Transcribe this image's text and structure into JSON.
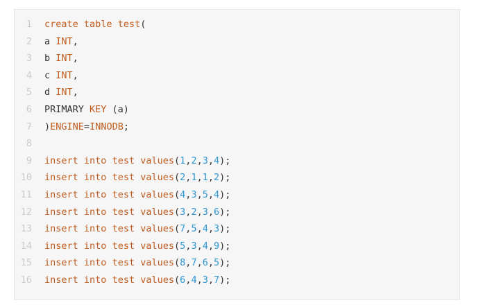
{
  "window": {
    "background": "#ffffff"
  },
  "code_panel": {
    "background": "#f6f6f6",
    "border_color": "#e6e6e6",
    "line_number_color": "#cccccc",
    "token_colors": {
      "keyword": "#bf5b1d",
      "plain": "#333333",
      "number": "#2e95d3"
    },
    "language": "sql",
    "lines": [
      {
        "number": "1",
        "tokens": [
          [
            "k",
            "create"
          ],
          [
            "p",
            " "
          ],
          [
            "k",
            "table"
          ],
          [
            "p",
            " "
          ],
          [
            "k",
            "test"
          ],
          [
            "p",
            "("
          ]
        ]
      },
      {
        "number": "2",
        "tokens": [
          [
            "p",
            "a "
          ],
          [
            "k",
            "INT"
          ],
          [
            "p",
            ","
          ]
        ]
      },
      {
        "number": "3",
        "tokens": [
          [
            "p",
            "b "
          ],
          [
            "k",
            "INT"
          ],
          [
            "p",
            ","
          ]
        ]
      },
      {
        "number": "4",
        "tokens": [
          [
            "p",
            "c "
          ],
          [
            "k",
            "INT"
          ],
          [
            "p",
            ","
          ]
        ]
      },
      {
        "number": "5",
        "tokens": [
          [
            "p",
            "d "
          ],
          [
            "k",
            "INT"
          ],
          [
            "p",
            ","
          ]
        ]
      },
      {
        "number": "6",
        "tokens": [
          [
            "p",
            "PRIMARY "
          ],
          [
            "k",
            "KEY"
          ],
          [
            "p",
            " (a)"
          ]
        ]
      },
      {
        "number": "7",
        "tokens": [
          [
            "p",
            ")"
          ],
          [
            "k",
            "ENGINE"
          ],
          [
            "p",
            "="
          ],
          [
            "k",
            "INNODB"
          ],
          [
            "p",
            ";"
          ]
        ]
      },
      {
        "number": "8",
        "tokens": []
      },
      {
        "number": "9",
        "tokens": [
          [
            "k",
            "insert"
          ],
          [
            "p",
            " "
          ],
          [
            "k",
            "into"
          ],
          [
            "p",
            " "
          ],
          [
            "k",
            "test"
          ],
          [
            "p",
            " "
          ],
          [
            "k",
            "values"
          ],
          [
            "p",
            "("
          ],
          [
            "n",
            "1"
          ],
          [
            "p",
            ","
          ],
          [
            "n",
            "2"
          ],
          [
            "p",
            ","
          ],
          [
            "n",
            "3"
          ],
          [
            "p",
            ","
          ],
          [
            "n",
            "4"
          ],
          [
            "p",
            ");"
          ]
        ]
      },
      {
        "number": "10",
        "tokens": [
          [
            "k",
            "insert"
          ],
          [
            "p",
            " "
          ],
          [
            "k",
            "into"
          ],
          [
            "p",
            " "
          ],
          [
            "k",
            "test"
          ],
          [
            "p",
            " "
          ],
          [
            "k",
            "values"
          ],
          [
            "p",
            "("
          ],
          [
            "n",
            "2"
          ],
          [
            "p",
            ","
          ],
          [
            "n",
            "1"
          ],
          [
            "p",
            ","
          ],
          [
            "n",
            "1"
          ],
          [
            "p",
            ","
          ],
          [
            "n",
            "2"
          ],
          [
            "p",
            ");"
          ]
        ]
      },
      {
        "number": "11",
        "tokens": [
          [
            "k",
            "insert"
          ],
          [
            "p",
            " "
          ],
          [
            "k",
            "into"
          ],
          [
            "p",
            " "
          ],
          [
            "k",
            "test"
          ],
          [
            "p",
            " "
          ],
          [
            "k",
            "values"
          ],
          [
            "p",
            "("
          ],
          [
            "n",
            "4"
          ],
          [
            "p",
            ","
          ],
          [
            "n",
            "3"
          ],
          [
            "p",
            ","
          ],
          [
            "n",
            "5"
          ],
          [
            "p",
            ","
          ],
          [
            "n",
            "4"
          ],
          [
            "p",
            ");"
          ]
        ]
      },
      {
        "number": "12",
        "tokens": [
          [
            "k",
            "insert"
          ],
          [
            "p",
            " "
          ],
          [
            "k",
            "into"
          ],
          [
            "p",
            " "
          ],
          [
            "k",
            "test"
          ],
          [
            "p",
            " "
          ],
          [
            "k",
            "values"
          ],
          [
            "p",
            "("
          ],
          [
            "n",
            "3"
          ],
          [
            "p",
            ","
          ],
          [
            "n",
            "2"
          ],
          [
            "p",
            ","
          ],
          [
            "n",
            "3"
          ],
          [
            "p",
            ","
          ],
          [
            "n",
            "6"
          ],
          [
            "p",
            ");"
          ]
        ]
      },
      {
        "number": "13",
        "tokens": [
          [
            "k",
            "insert"
          ],
          [
            "p",
            " "
          ],
          [
            "k",
            "into"
          ],
          [
            "p",
            " "
          ],
          [
            "k",
            "test"
          ],
          [
            "p",
            " "
          ],
          [
            "k",
            "values"
          ],
          [
            "p",
            "("
          ],
          [
            "n",
            "7"
          ],
          [
            "p",
            ","
          ],
          [
            "n",
            "5"
          ],
          [
            "p",
            ","
          ],
          [
            "n",
            "4"
          ],
          [
            "p",
            ","
          ],
          [
            "n",
            "3"
          ],
          [
            "p",
            ");"
          ]
        ]
      },
      {
        "number": "14",
        "tokens": [
          [
            "k",
            "insert"
          ],
          [
            "p",
            " "
          ],
          [
            "k",
            "into"
          ],
          [
            "p",
            " "
          ],
          [
            "k",
            "test"
          ],
          [
            "p",
            " "
          ],
          [
            "k",
            "values"
          ],
          [
            "p",
            "("
          ],
          [
            "n",
            "5"
          ],
          [
            "p",
            ","
          ],
          [
            "n",
            "3"
          ],
          [
            "p",
            ","
          ],
          [
            "n",
            "4"
          ],
          [
            "p",
            ","
          ],
          [
            "n",
            "9"
          ],
          [
            "p",
            ");"
          ]
        ]
      },
      {
        "number": "15",
        "tokens": [
          [
            "k",
            "insert"
          ],
          [
            "p",
            " "
          ],
          [
            "k",
            "into"
          ],
          [
            "p",
            " "
          ],
          [
            "k",
            "test"
          ],
          [
            "p",
            " "
          ],
          [
            "k",
            "values"
          ],
          [
            "p",
            "("
          ],
          [
            "n",
            "8"
          ],
          [
            "p",
            ","
          ],
          [
            "n",
            "7"
          ],
          [
            "p",
            ","
          ],
          [
            "n",
            "6"
          ],
          [
            "p",
            ","
          ],
          [
            "n",
            "5"
          ],
          [
            "p",
            ");"
          ]
        ]
      },
      {
        "number": "16",
        "tokens": [
          [
            "k",
            "insert"
          ],
          [
            "p",
            " "
          ],
          [
            "k",
            "into"
          ],
          [
            "p",
            " "
          ],
          [
            "k",
            "test"
          ],
          [
            "p",
            " "
          ],
          [
            "k",
            "values"
          ],
          [
            "p",
            "("
          ],
          [
            "n",
            "6"
          ],
          [
            "p",
            ","
          ],
          [
            "n",
            "4"
          ],
          [
            "p",
            ","
          ],
          [
            "n",
            "3"
          ],
          [
            "p",
            ","
          ],
          [
            "n",
            "7"
          ],
          [
            "p",
            ");"
          ]
        ]
      }
    ]
  }
}
